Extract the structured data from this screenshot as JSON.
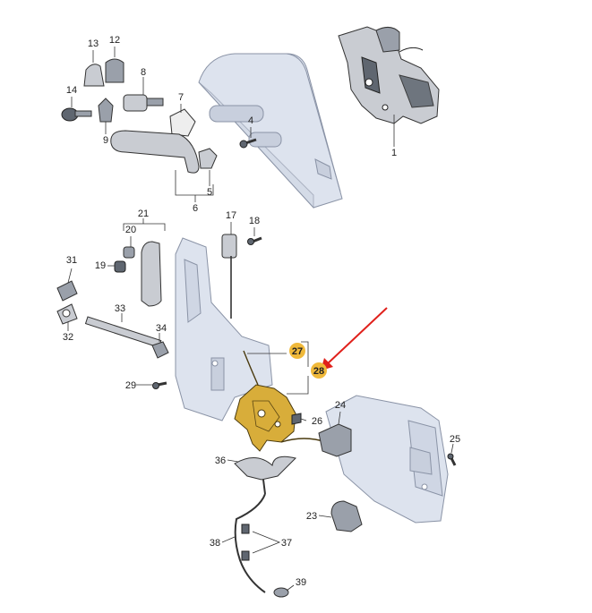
{
  "colors": {
    "highlight_fill": "#f0b93a",
    "lock_fill": "#d8ad3a",
    "arrow": "#e0201b",
    "panel": "#dde3ee"
  },
  "callouts": [
    {
      "id": "p1",
      "text": "1"
    },
    {
      "id": "p4",
      "text": "4"
    },
    {
      "id": "p5",
      "text": "5"
    },
    {
      "id": "p6",
      "text": "6"
    },
    {
      "id": "p7",
      "text": "7"
    },
    {
      "id": "p8",
      "text": "8"
    },
    {
      "id": "p9",
      "text": "9"
    },
    {
      "id": "p12",
      "text": "12"
    },
    {
      "id": "p13",
      "text": "13"
    },
    {
      "id": "p14",
      "text": "14"
    },
    {
      "id": "p17",
      "text": "17"
    },
    {
      "id": "p18",
      "text": "18"
    },
    {
      "id": "p19",
      "text": "19"
    },
    {
      "id": "p20",
      "text": "20"
    },
    {
      "id": "p21",
      "text": "21"
    },
    {
      "id": "p23",
      "text": "23"
    },
    {
      "id": "p24",
      "text": "24"
    },
    {
      "id": "p25",
      "text": "25"
    },
    {
      "id": "p26",
      "text": "26"
    },
    {
      "id": "p27",
      "text": "27"
    },
    {
      "id": "p28",
      "text": "28"
    },
    {
      "id": "p29",
      "text": "29"
    },
    {
      "id": "p31",
      "text": "31"
    },
    {
      "id": "p32",
      "text": "32"
    },
    {
      "id": "p33",
      "text": "33"
    },
    {
      "id": "p34",
      "text": "34"
    },
    {
      "id": "p36",
      "text": "36"
    },
    {
      "id": "p37",
      "text": "37"
    },
    {
      "id": "p38",
      "text": "38"
    },
    {
      "id": "p39",
      "text": "39"
    }
  ],
  "highlighted": [
    "p27",
    "p28"
  ]
}
